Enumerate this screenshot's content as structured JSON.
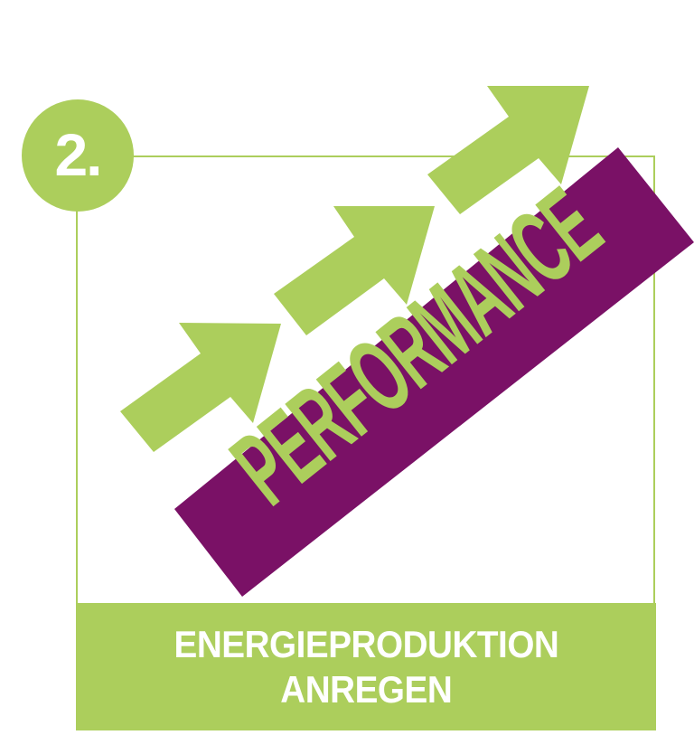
{
  "step_badge": {
    "label": "2."
  },
  "banner": {
    "text": "PERFORMANCE"
  },
  "footer": {
    "line1": "ENERGIEPRODUKTION",
    "line2": "ANREGEN"
  },
  "colors": {
    "green": "#acce5c",
    "purple": "#7a1166",
    "white": "#ffffff"
  },
  "arrows": [
    {
      "name": "arrow-1"
    },
    {
      "name": "arrow-2"
    },
    {
      "name": "arrow-3"
    }
  ]
}
